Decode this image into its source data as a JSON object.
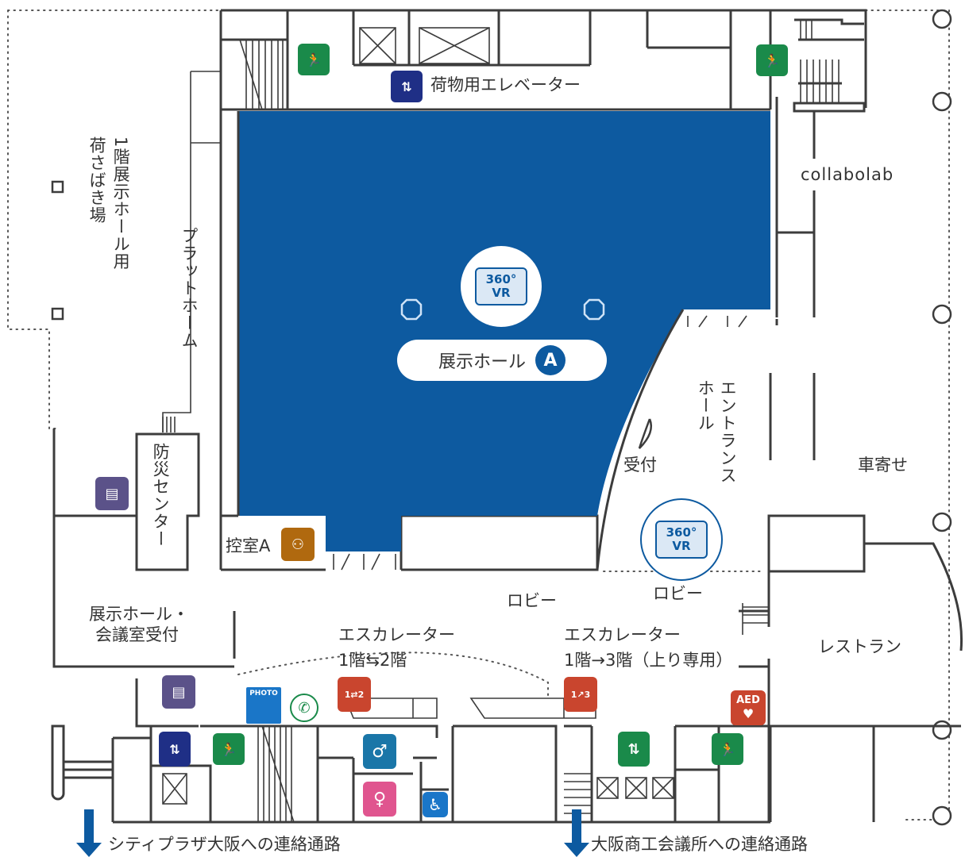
{
  "map": {
    "hall_color": "#0d5aa0",
    "wall_color": "#3c3c3c",
    "exhibition_hall": {
      "label": "展示ホール",
      "badge": "A"
    },
    "vr_badges": [
      {
        "line1": "360°",
        "line2": "VR",
        "location": "exhibition-hall"
      },
      {
        "line1": "360°",
        "line2": "VR",
        "location": "lobby"
      }
    ],
    "labels": {
      "loading_area": "1階展示ホール用",
      "loading_area_2": "荷さばき場",
      "platform": "プラットホーム",
      "freight_elevator": "荷物用エレベーター",
      "collabolab": "collabolab",
      "entrance_hall_1": "エントランス",
      "entrance_hall_2": "ホール",
      "reception": "受付",
      "car_drop": "車寄せ",
      "disaster_center": "防災センター",
      "waiting_room": "控室A",
      "hall_reception_1": "展示ホール・",
      "hall_reception_2": "会議室受付",
      "lobby_1": "ロビー",
      "lobby_2": "ロビー",
      "escalator_1_title": "エスカレーター",
      "escalator_1_sub": "1階⇆2階",
      "escalator_2_title": "エスカレーター",
      "escalator_2_sub": "1階→3階（上り専用）",
      "restaurant": "レストラン",
      "link_city_plaza": "シティプラザ大阪への連絡通路",
      "link_chamber": "大阪商工会議所への連絡通路"
    },
    "icons": {
      "aed": "AED",
      "photo": "PHOTO",
      "esc1": "1⇄2",
      "esc2": "1↗3"
    },
    "colors": {
      "exit": "#1a8a4a",
      "escalator": "#c9452e",
      "vending": "#5b5289",
      "waiting": "#b0690f",
      "freight_elevator": "#1f2f86",
      "restroom_male": "#1a76a8",
      "restroom_female": "#e0558f",
      "accessible": "#1a76c8",
      "photo": "#1a76c8",
      "arrow": "#0d5aa0"
    }
  }
}
